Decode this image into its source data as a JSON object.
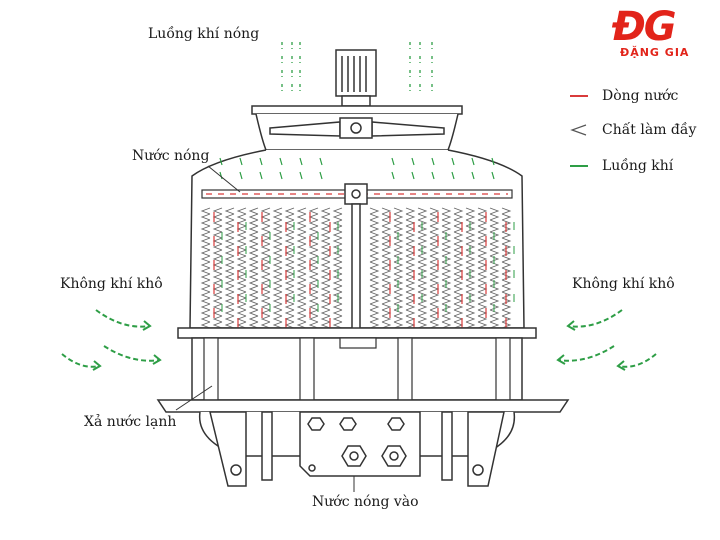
{
  "labels": {
    "hot_air_flow": "Luồng khí nóng",
    "hot_water": "Nước nóng",
    "dry_air_left": "Không khí khô",
    "dry_air_right": "Không khí khô",
    "cold_water_drain": "Xả nước lạnh",
    "hot_water_inlet": "Nước nóng vào"
  },
  "legend": [
    {
      "label": "Dòng nước",
      "symbol": "red-line",
      "color": "#d93b3b"
    },
    {
      "label": "Chất làm đầy",
      "symbol": "chevron",
      "color": "#555555"
    },
    {
      "label": "Luồng khí",
      "symbol": "green-line",
      "color": "#2e9e46"
    }
  ],
  "logo": {
    "mark": "ĐG",
    "brand": "ĐẶNG GIA",
    "color": "#e2241a"
  },
  "colors": {
    "water": "#d93b3b",
    "air": "#2e9e46",
    "line": "#333333",
    "fill_chevron": "#666666"
  }
}
